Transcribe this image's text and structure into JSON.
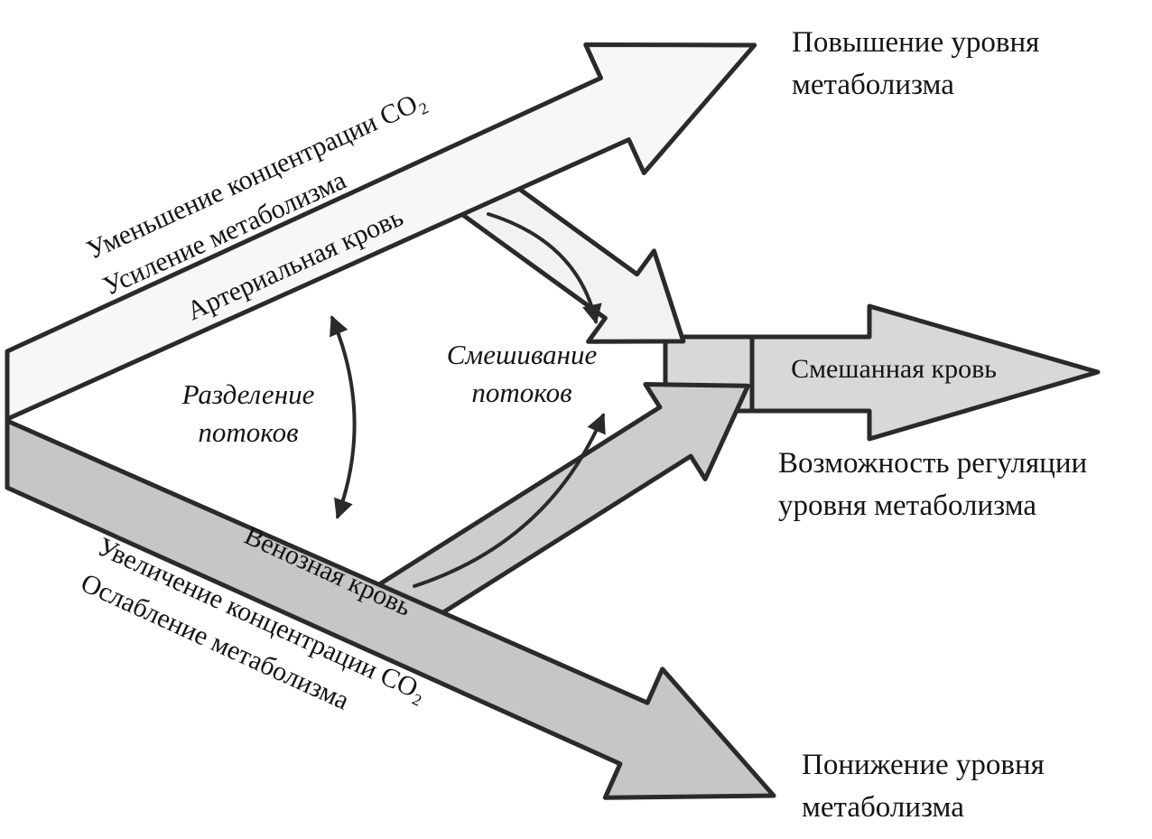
{
  "diagram": {
    "colors": {
      "background": "#ffffff",
      "outline": "#2a2a2a",
      "text": "#141414",
      "arterial_fill": "#f7f7f7",
      "arterial_branch_fill": "#f2f2f2",
      "venous_fill": "#c6c6c6",
      "venous_branch_fill": "#cdcdcd",
      "mixed_fill": "#d8d8d8"
    },
    "labels": {
      "co2_decrease": "Уменьшение концентрации CO₂",
      "metabolism_strengthening": "Усиление метаболизма",
      "arterial_blood": "Артериальная кровь",
      "venous_blood": "Венозная кровь",
      "co2_increase": "Увеличение концентрации CO₂",
      "metabolism_weakening": "Ослабление метаболизма",
      "separation_line1": "Разделение",
      "separation_line2": "потоков",
      "mixing_line1": "Смешивание",
      "mixing_line2": "потоков",
      "mixed_blood": "Смешанная кровь",
      "metabolism_rise_line1": "Повышение уровня",
      "metabolism_rise_line2": "метаболизма",
      "regulation_line1": "Возможность регуляции",
      "regulation_line2": "уровня метаболизма",
      "metabolism_fall_line1": "Понижение уровня",
      "metabolism_fall_line2": "метаболизма"
    }
  }
}
